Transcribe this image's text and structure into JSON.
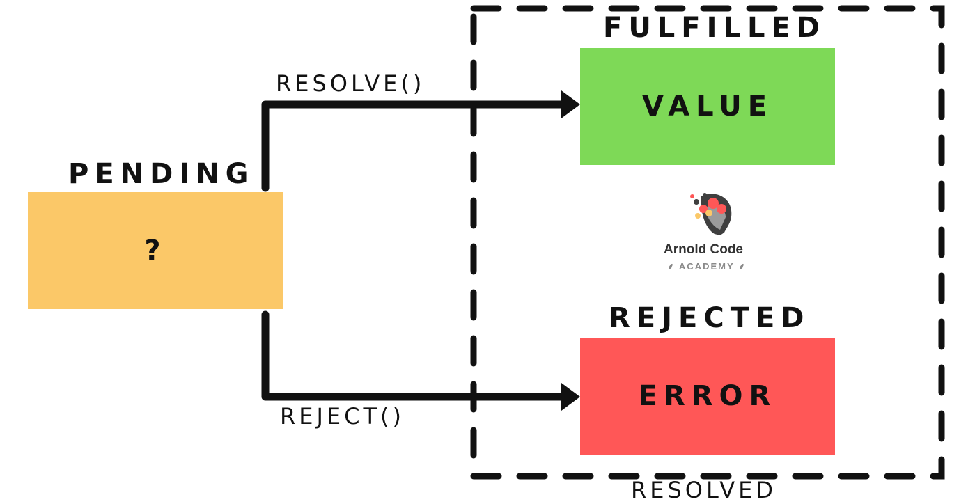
{
  "states": {
    "pending": {
      "title": "PENDING",
      "content": "?"
    },
    "fulfilled": {
      "title": "FULFILLED",
      "content": "VALUE"
    },
    "rejected": {
      "title": "REJECTED",
      "content": "ERROR"
    }
  },
  "edges": {
    "resolve": "RESOLVE()",
    "reject": "REJECT()"
  },
  "group": {
    "label": "RESOLVED"
  },
  "logo": {
    "name": "Arnold Code",
    "sub": "ACADEMY"
  },
  "colors": {
    "pending": "#fbc868",
    "fulfilled": "#7ed957",
    "rejected": "#ff5757",
    "stroke": "#111111",
    "text": "#111111"
  }
}
